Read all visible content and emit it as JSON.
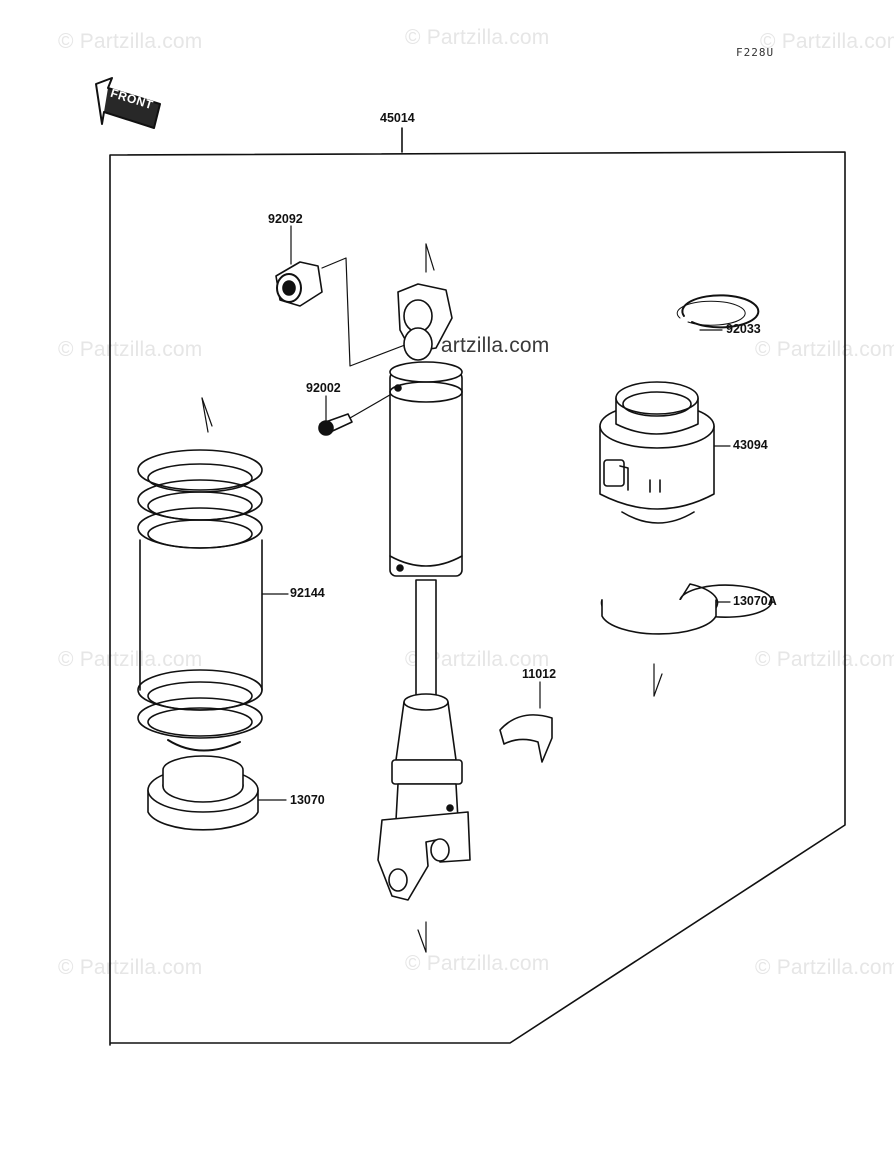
{
  "figure_code": "F228U",
  "watermark": "© Partzilla.com",
  "direction_label": "FRONT",
  "parts": {
    "assembly": "45014",
    "bushing": "92092",
    "bolt": "92002",
    "circlip": "92033",
    "adjuster": "43094",
    "spring_guide_a": "13070A",
    "spring": "92144",
    "retainer": "11012",
    "spring_guide": "13070"
  },
  "colors": {
    "line": "#111111",
    "watermark": "#e6e6e6"
  }
}
